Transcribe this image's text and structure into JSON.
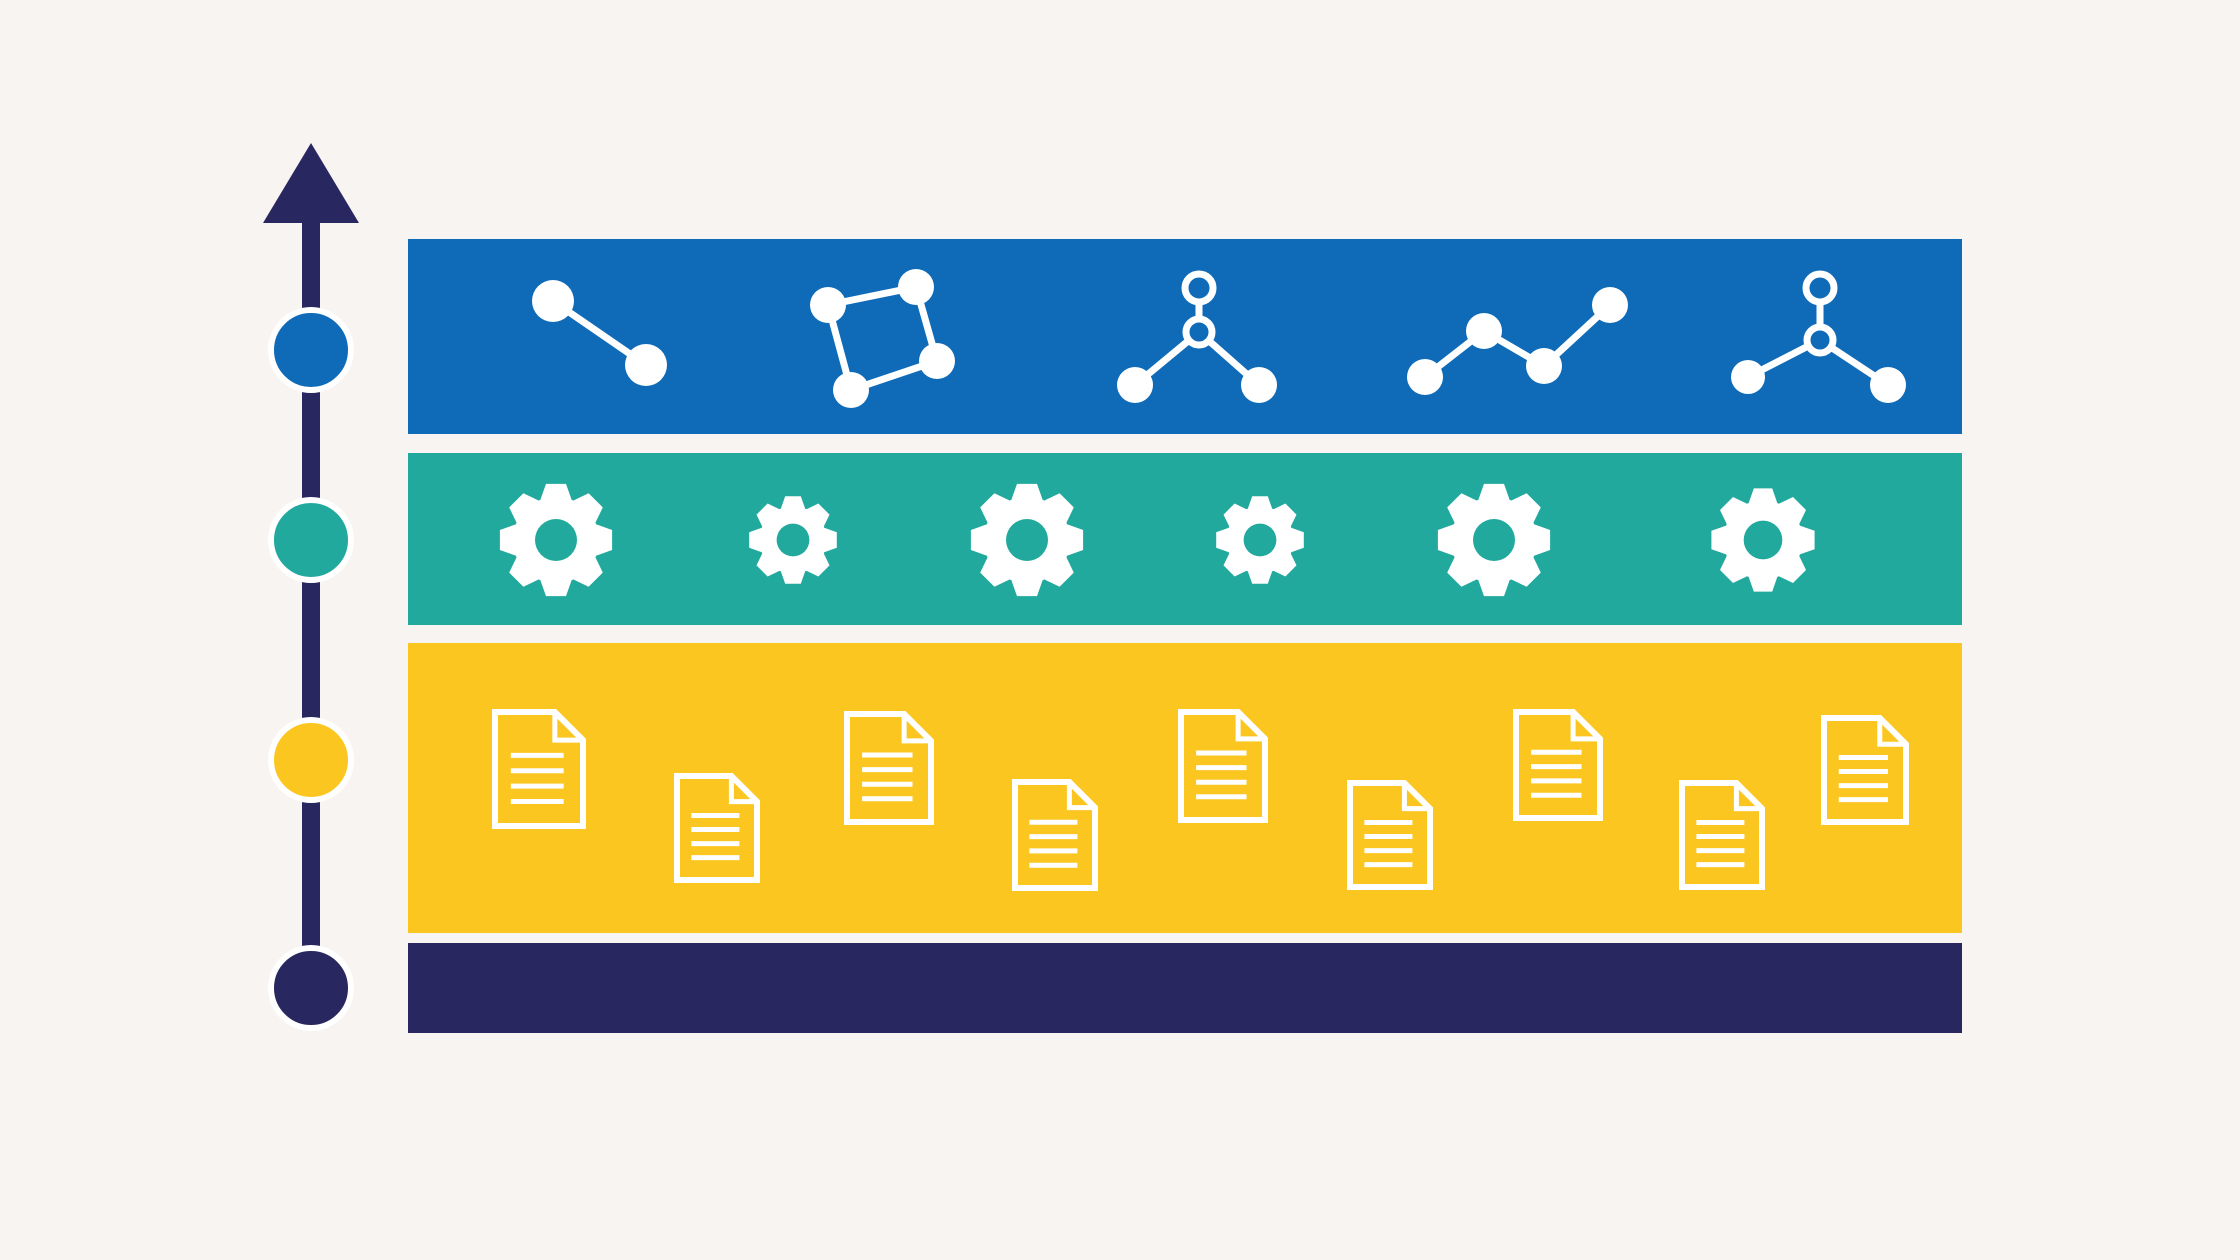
{
  "colors": {
    "background": "#f8f4f1",
    "navy": "#28275f",
    "blue": "#0f6bb8",
    "teal": "#21a99d",
    "yellow": "#fbc620",
    "white": "#ffffff"
  },
  "layers": [
    {
      "id": "graph-layer",
      "color": "blue",
      "icon": "graph-node-icon",
      "count": 5,
      "variants": [
        "two-node-link",
        "four-node-cycle",
        "hub-three-branch",
        "zigzag-chain",
        "hub-three-branch-alt"
      ]
    },
    {
      "id": "process-layer",
      "color": "teal",
      "icon": "gear-icon",
      "count": 6
    },
    {
      "id": "document-layer",
      "color": "yellow",
      "icon": "document-icon",
      "count": 9
    },
    {
      "id": "base-layer",
      "color": "navy",
      "icon": "",
      "count": 0
    }
  ],
  "axis": {
    "arrow": "up",
    "markers": [
      "blue",
      "teal",
      "yellow",
      "navy"
    ]
  }
}
